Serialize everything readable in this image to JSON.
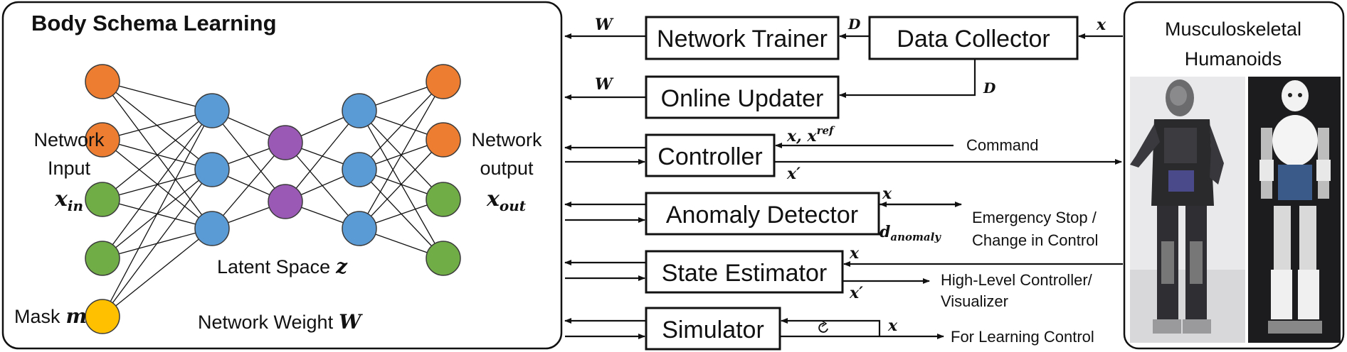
{
  "left_panel": {
    "title": "Body Schema Learning",
    "network_input": [
      "Network",
      "Input"
    ],
    "network_input_symbol": "x",
    "network_input_sub": "in",
    "network_output": [
      "Network",
      "output"
    ],
    "network_output_symbol": "x",
    "network_output_sub": "out",
    "mask_label": "Mask",
    "mask_symbol": "m",
    "latent_label": "Latent Space",
    "latent_symbol": "z",
    "weight_label": "Network Weight",
    "weight_symbol": "W"
  },
  "node_colors": {
    "orange": "#ED7D31",
    "green": "#70AD47",
    "blue": "#5B9BD5",
    "purple": "#9B59B6",
    "yellow": "#FFC000"
  },
  "boxes": {
    "network_trainer": "Network Trainer",
    "data_collector": "Data Collector",
    "online_updater": "Online Updater",
    "controller": "Controller",
    "anomaly_detector": "Anomaly Detector",
    "state_estimator": "State Estimator",
    "simulator": "Simulator"
  },
  "signals": {
    "W": "W",
    "D": "D",
    "x": "x",
    "x_ref": "x, x",
    "ref_sup": "ref",
    "x_prime": "x′",
    "d": "d",
    "d_sub": "anomaly"
  },
  "outputs": {
    "command": "Command",
    "emergency": [
      "Emergency Stop /",
      "Change in Control"
    ],
    "high_level": [
      "High-Level Controller/",
      "Visualizer"
    ],
    "learning": "For Learning Control"
  },
  "right_panel": {
    "title": [
      "Musculoskeletal",
      "Humanoids"
    ]
  }
}
